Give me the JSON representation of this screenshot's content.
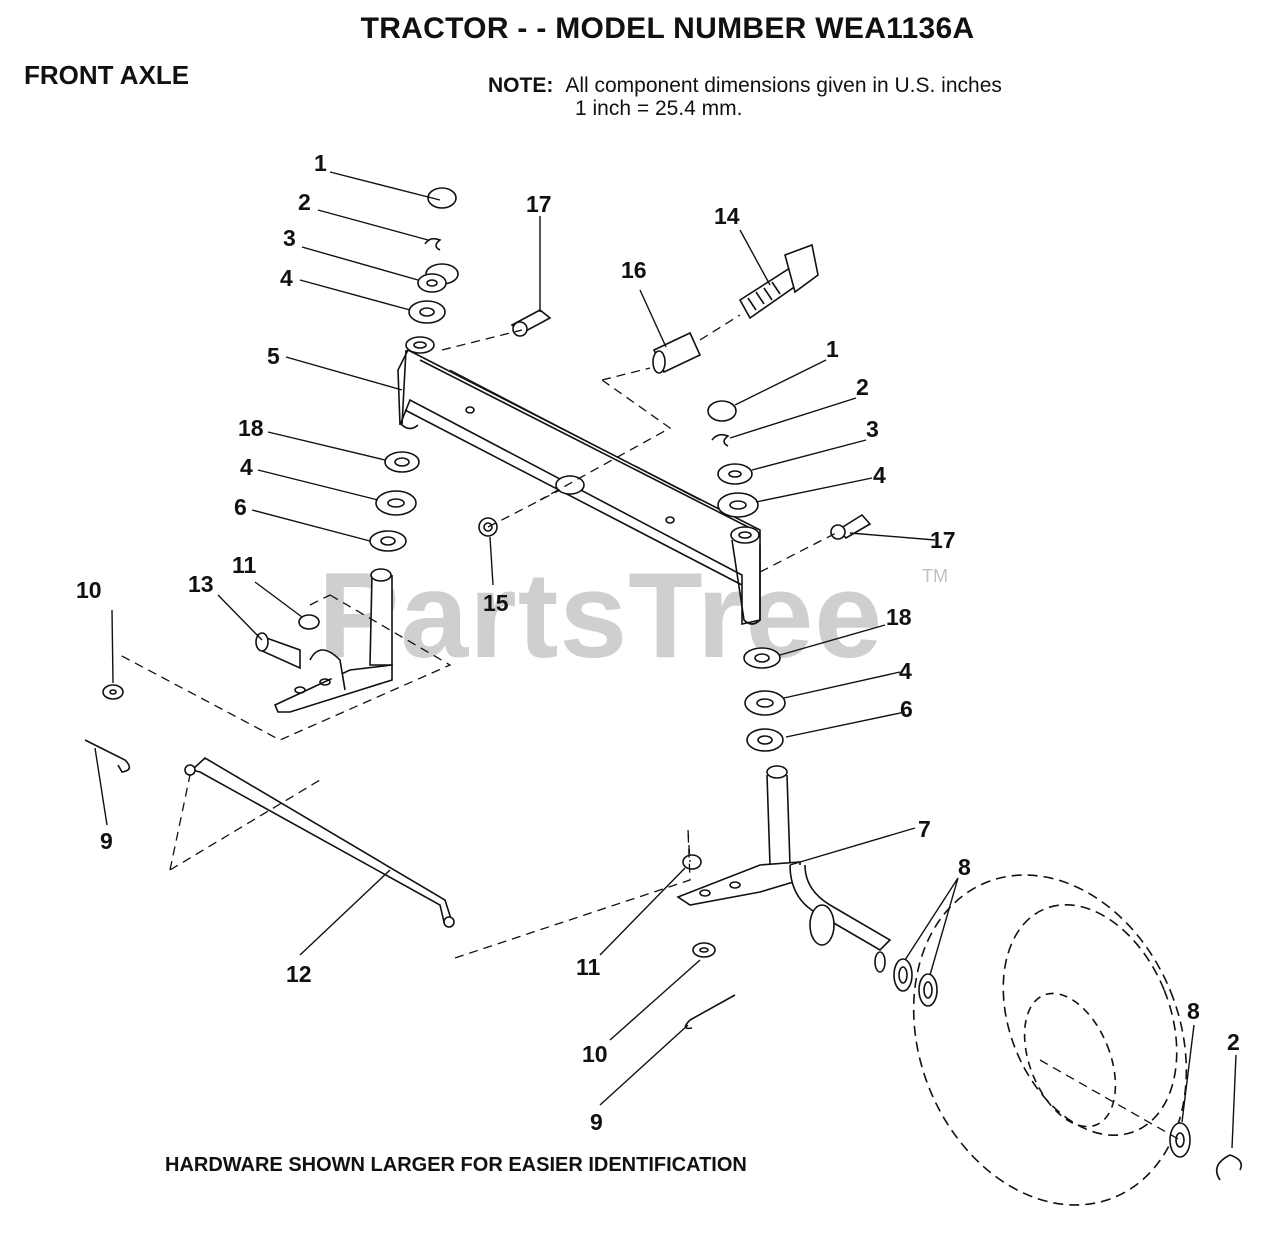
{
  "header": {
    "title": "TRACTOR - - MODEL NUMBER WEA1136A",
    "section": "FRONT AXLE",
    "note_label": "NOTE:",
    "note_line1": "All component dimensions given in U.S. inches",
    "note_line2": "1 inch = 25.4 mm."
  },
  "footer": {
    "text": "HARDWARE SHOWN LARGER FOR EASIER IDENTIFICATION"
  },
  "watermark": {
    "text": "PartsTree",
    "trademark": "TM"
  },
  "callouts": {
    "l1a": "1",
    "l2a": "2",
    "l3a": "3",
    "l4a": "4",
    "l5": "5",
    "l18a": "18",
    "l4b": "4",
    "l6a": "6",
    "l17a": "17",
    "l16": "16",
    "l14": "14",
    "l1b": "1",
    "l2b": "2",
    "l3b": "3",
    "l4c": "4",
    "l17b": "17",
    "l15": "15",
    "l18b": "18",
    "l4d": "4",
    "l6b": "6",
    "l7": "7",
    "l8a": "8",
    "l10a": "10",
    "l9a": "9",
    "l13": "13",
    "l11a": "11",
    "l12": "12",
    "l11b": "11",
    "l10b": "10",
    "l9b": "9",
    "l8b": "8",
    "l2c": "2"
  }
}
